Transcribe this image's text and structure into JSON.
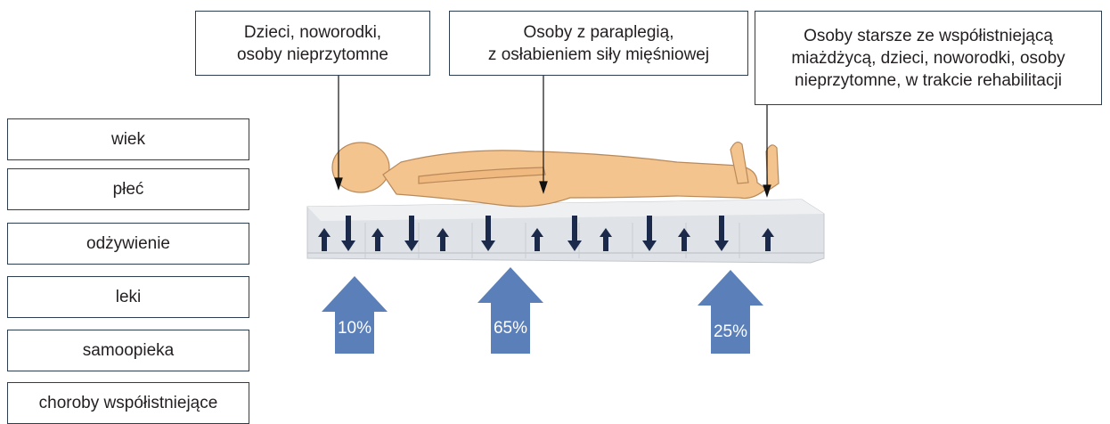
{
  "factors": [
    "wiek",
    "płeć",
    "odżywienie",
    "leki",
    "samoopieka",
    "choroby współistniejące"
  ],
  "callouts": [
    {
      "text": "Dzieci, noworodki,\nosoby nieprzytomne"
    },
    {
      "text": "Osoby z paraplegią,\nz osłabieniem siły mięśniowej"
    },
    {
      "text": "Osoby starsze ze współistniejącą\nmiażdżycą, dzieci, noworodki, osoby\nnieprzytomne, w trakcie rehabilitacji"
    }
  ],
  "pressure_arrows": [
    {
      "label": "10%",
      "value": 10
    },
    {
      "label": "65%",
      "value": 65
    },
    {
      "label": "25%",
      "value": 25
    }
  ],
  "colors": {
    "arrow_fill": "#5b7fb9",
    "small_arrow": "#1b2a4a",
    "body_fill": "#f3c48e",
    "mattress": "#dfe2e6",
    "border": "#2c3e50"
  }
}
